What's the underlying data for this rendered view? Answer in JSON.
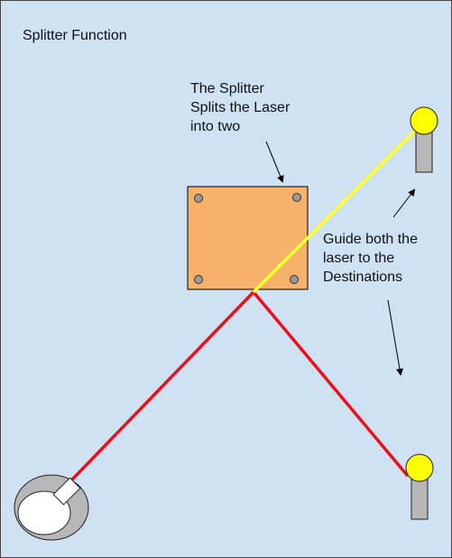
{
  "title": "Splitter Function",
  "annotations": {
    "splitter_note": "The Splitter\nSplits the Laser\ninto  two",
    "guide_note": "Guide both the\nlaser to the\nDestinations"
  },
  "colors": {
    "background": "#cfe2f3",
    "splitter": "#f6b26b",
    "laser_red": "#e8101a",
    "laser_yellow": "#ffff33",
    "destination_light": "#ffff00",
    "destination_post": "#b7b7b7",
    "screw": "#999999"
  },
  "icons": [
    "laser-emitter-icon",
    "destination-icon",
    "splitter-icon",
    "arrow-icon"
  ]
}
